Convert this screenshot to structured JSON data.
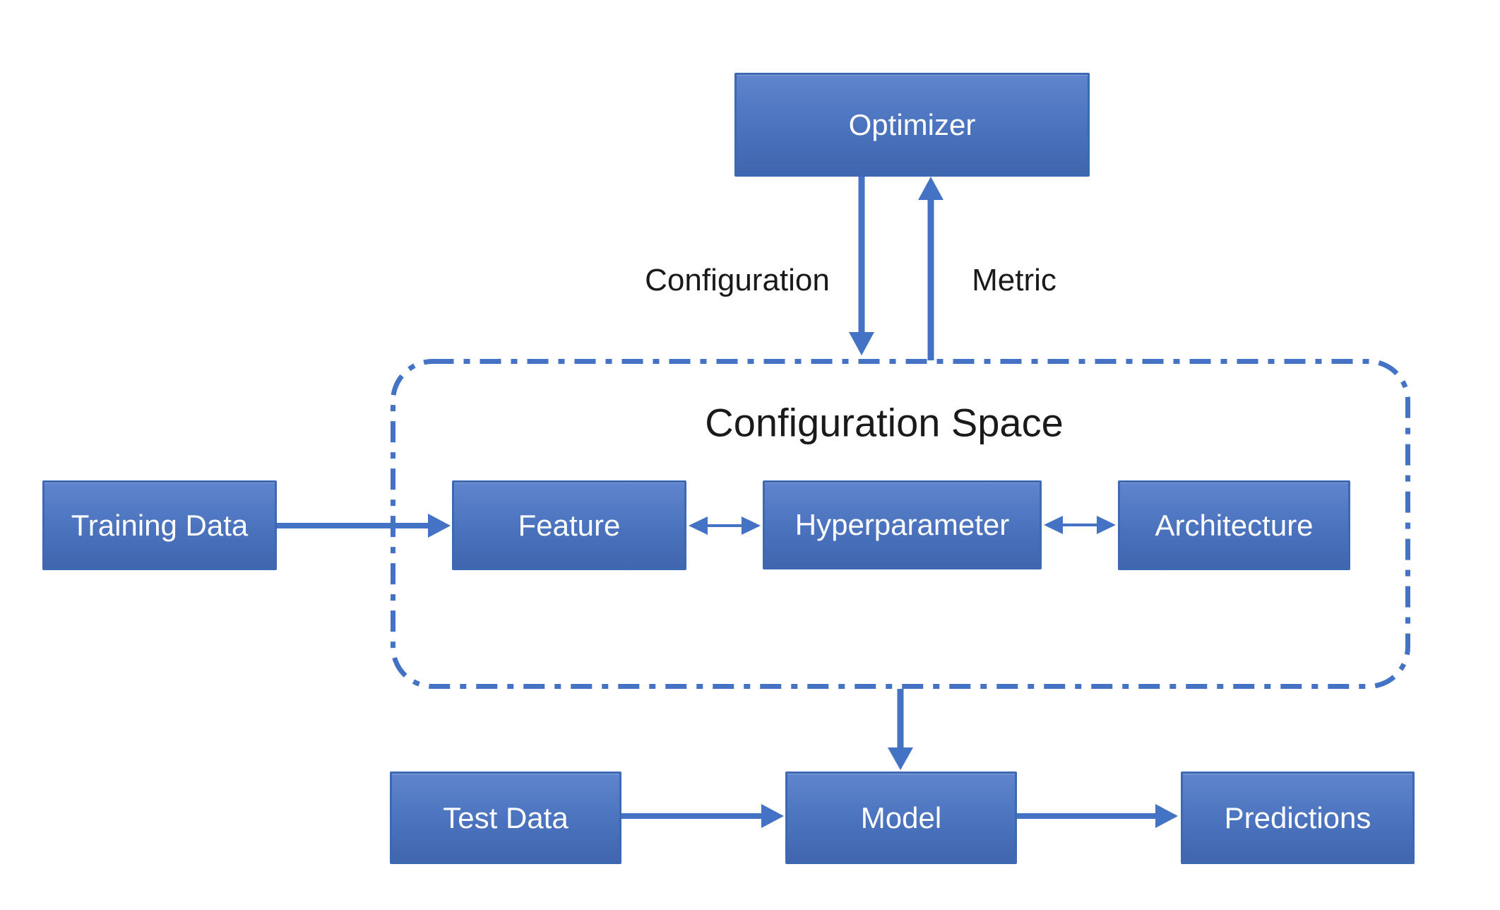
{
  "diagram": {
    "background": "#ffffff",
    "nodes": {
      "optimizer": {
        "label": "Optimizer"
      },
      "training_data": {
        "label": "Training Data"
      },
      "feature": {
        "label": "Feature"
      },
      "hyperparameter": {
        "label": "Hyperparameter"
      },
      "architecture": {
        "label": "Architecture"
      },
      "test_data": {
        "label": "Test Data"
      },
      "model": {
        "label": "Model"
      },
      "predictions": {
        "label": "Predictions"
      }
    },
    "container": {
      "label": "Configuration Space",
      "style": "dash-dot rounded rectangle",
      "contains": [
        "feature",
        "hyperparameter",
        "architecture"
      ]
    },
    "edge_labels": {
      "configuration": "Configuration",
      "metric": "Metric"
    },
    "edges": [
      {
        "from": "optimizer",
        "to": "configuration_space",
        "label": "Configuration",
        "direction": "down"
      },
      {
        "from": "configuration_space",
        "to": "optimizer",
        "label": "Metric",
        "direction": "up"
      },
      {
        "from": "training_data",
        "to": "feature"
      },
      {
        "from": "feature",
        "to": "hyperparameter",
        "bidirectional": true
      },
      {
        "from": "hyperparameter",
        "to": "architecture",
        "bidirectional": true
      },
      {
        "from": "configuration_space",
        "to": "model"
      },
      {
        "from": "test_data",
        "to": "model"
      },
      {
        "from": "model",
        "to": "predictions"
      }
    ],
    "colors": {
      "node_fill_top": "#5e85cd",
      "node_fill_bottom": "#3f66ae",
      "node_border": "#3d68b4",
      "node_text": "#ffffff",
      "arrow": "#4472c4",
      "container_border": "#4472c4",
      "label_text": "#1a1a1a",
      "background": "#ffffff"
    }
  }
}
